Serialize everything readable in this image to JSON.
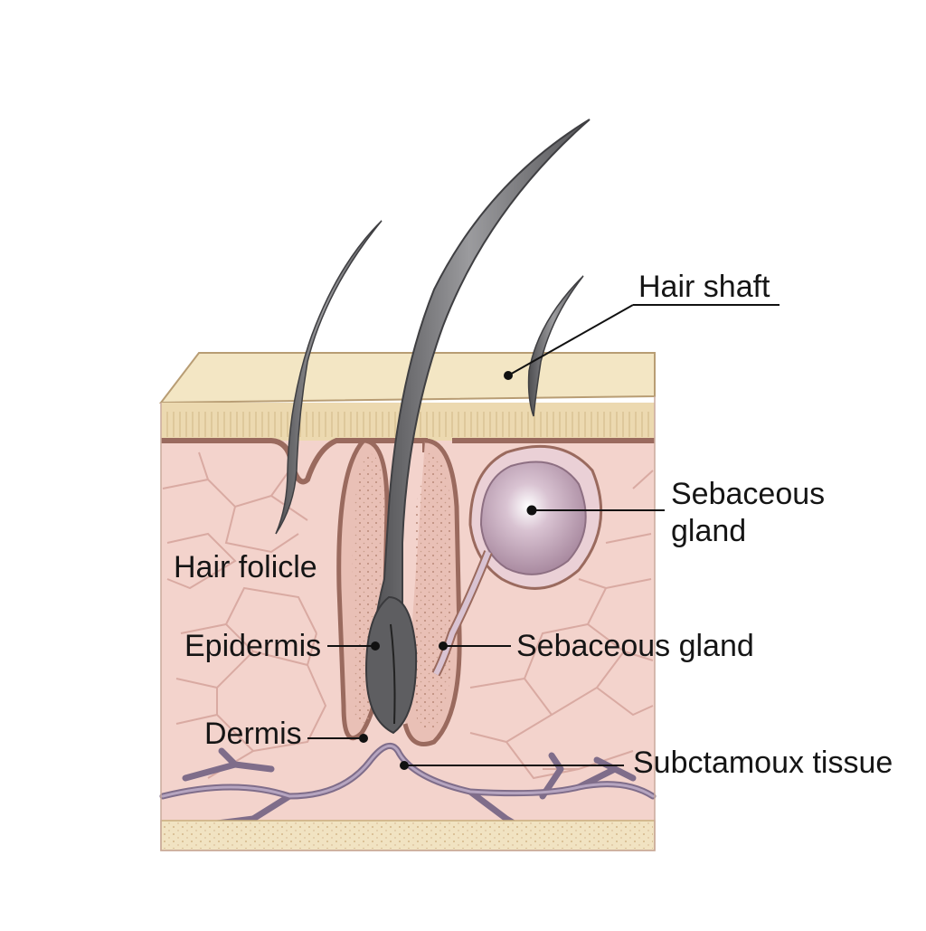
{
  "labels": {
    "hair_shaft": "Hair shaft",
    "sebaceous_gland_top_line1": "Sebaceous",
    "sebaceous_gland_top_line2": "gland",
    "hair_follicle": "Hair folicle",
    "epidermis": "Epidermis",
    "sebaceous_gland_mid": "Sebaceous gland",
    "dermis": "Dermis",
    "subcutaneous": "Subctamoux tissue"
  },
  "colors": {
    "top_layer": "#f3e6c4",
    "epidermis_band": "#ecd9b0",
    "basal_line": "#9a6a5e",
    "dermis": "#f3d3cc",
    "cell_lines": "#d9aaa2",
    "hair": "#6f6f72",
    "gland": "#c7a9bc",
    "vessels": "#8c7896",
    "fat_layer": "#f1e3c2"
  }
}
